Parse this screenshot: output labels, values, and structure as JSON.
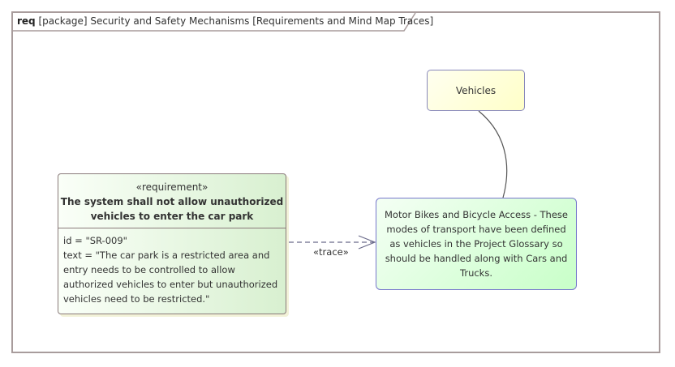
{
  "frame": {
    "kind": "req",
    "title": "[package] Security and Safety Mechanisms [Requirements and Mind Map Traces]"
  },
  "vehicles": {
    "label": "Vehicles"
  },
  "note": {
    "text": "Motor Bikes and Bicycle Access - These modes of transport have been defined as vehicles in the Project Glossary so should be handled along with Cars and Trucks."
  },
  "requirement": {
    "stereotype": "«requirement»",
    "name": "The system shall not allow unauthorized vehicles to enter the car park",
    "id_line": "id = \"SR-009\"",
    "text_line": "text = \"The car park is a restricted area and entry needs to be controlled to allow authorized vehicles to enter but unauthorized vehicles need to be restricted.\""
  },
  "connector": {
    "label": "«trace»"
  },
  "colors": {
    "frame": "#a89c9c",
    "note_border": "#7777cc",
    "vehicles_fill": "#ffffc8",
    "note_fill": "#c8ffc8"
  }
}
